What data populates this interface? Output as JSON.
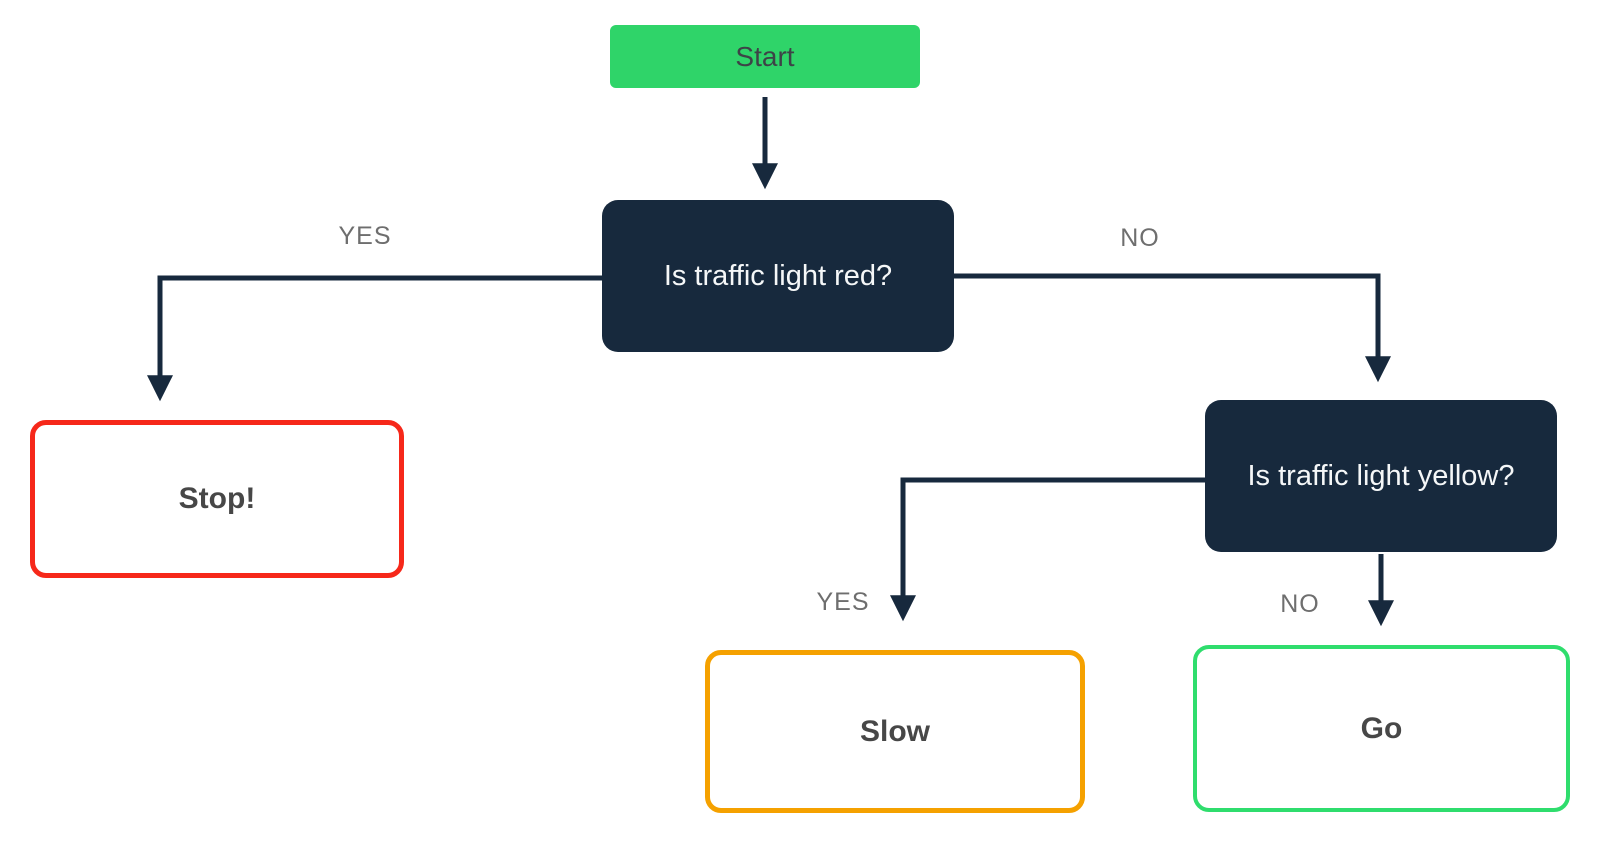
{
  "nodes": {
    "start": {
      "label": "Start",
      "type": "start"
    },
    "question_red": {
      "label": "Is traffic light red?",
      "type": "decision"
    },
    "stop": {
      "label": "Stop!",
      "type": "terminal"
    },
    "question_yellow": {
      "label": "Is traffic light yellow?",
      "type": "decision"
    },
    "slow": {
      "label": "Slow",
      "type": "terminal"
    },
    "go": {
      "label": "Go",
      "type": "terminal"
    }
  },
  "edges": {
    "start_to_question_red": {
      "from": "start",
      "to": "question_red",
      "label": ""
    },
    "question_red_yes": {
      "from": "question_red",
      "to": "stop",
      "label": "YES"
    },
    "question_red_no": {
      "from": "question_red",
      "to": "question_yellow",
      "label": "NO"
    },
    "question_yellow_yes": {
      "from": "question_yellow",
      "to": "slow",
      "label": "YES"
    },
    "question_yellow_no": {
      "from": "question_yellow",
      "to": "go",
      "label": "NO"
    }
  },
  "colors": {
    "start_fill": "#2fd469",
    "start_text": "#3d4347",
    "decision_fill": "#17293d",
    "decision_text": "#f5f7f8",
    "stop_border": "#f6281a",
    "slow_border": "#f5a100",
    "go_border": "#2fdd6d",
    "connector": "#17293d",
    "edge_label_text": "#6e6e6e",
    "terminal_text": "#474747",
    "background": "#ffffff"
  }
}
